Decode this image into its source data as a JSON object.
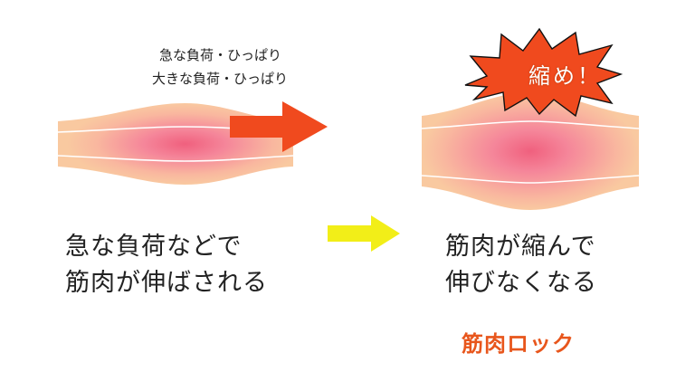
{
  "top_note": {
    "line1": "急な負荷・ひっぱり",
    "line2": "大きな負荷・ひっぱり"
  },
  "left_caption": {
    "line1": "急な負荷などで",
    "line2": "筋肉が伸ばされる"
  },
  "right_caption": {
    "line1": "筋肉が縮んで",
    "line2": "伸びなくなる"
  },
  "burst_label": "縮め！",
  "lock_label": "筋肉ロック",
  "colors": {
    "muscle_edge": "#f9c9a0",
    "muscle_core": "#f0607e",
    "red_arrow": "#f04a1e",
    "yellow_arrow": "#f2ee18",
    "burst": "#f04a1e",
    "lock_text": "#e8561c"
  }
}
